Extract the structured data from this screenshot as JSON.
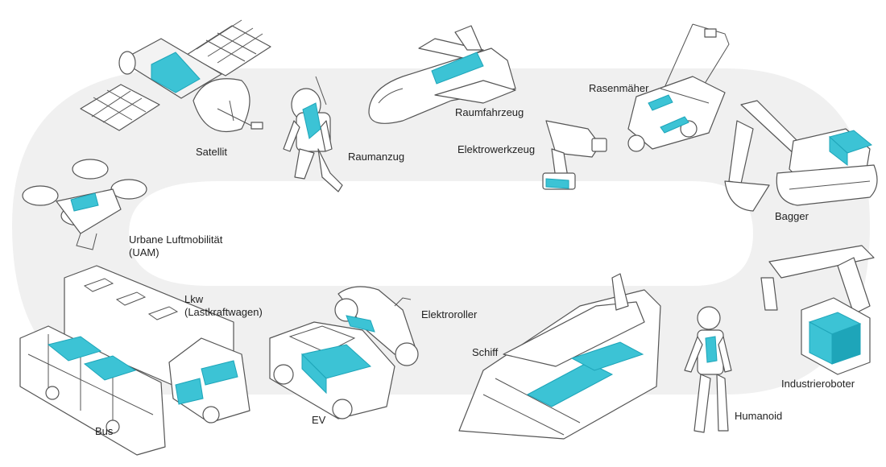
{
  "colors": {
    "battery": "#3cc3d5",
    "battery_dark": "#1ea5b9",
    "track": "#f0f0f0",
    "line": "#555555",
    "text": "#222222"
  },
  "labels": {
    "satellit": "Satellit",
    "raumanzug": "Raumanzug",
    "raumfahrzeug": "Raumfahrzeug",
    "elektrowerkzeug": "Elektrowerkzeug",
    "rasenmaeher": "Rasenmäher",
    "bagger": "Bagger",
    "uam": "Urbane Luftmobilität\n(UAM)",
    "lkw": "Lkw\n(Lastkraftwagen)",
    "elektroroller": "Elektroroller",
    "schiff": "Schiff",
    "industrieroboter": "Industrieroboter",
    "bus": "Bus",
    "ev": "EV",
    "humanoid": "Humanoid"
  }
}
